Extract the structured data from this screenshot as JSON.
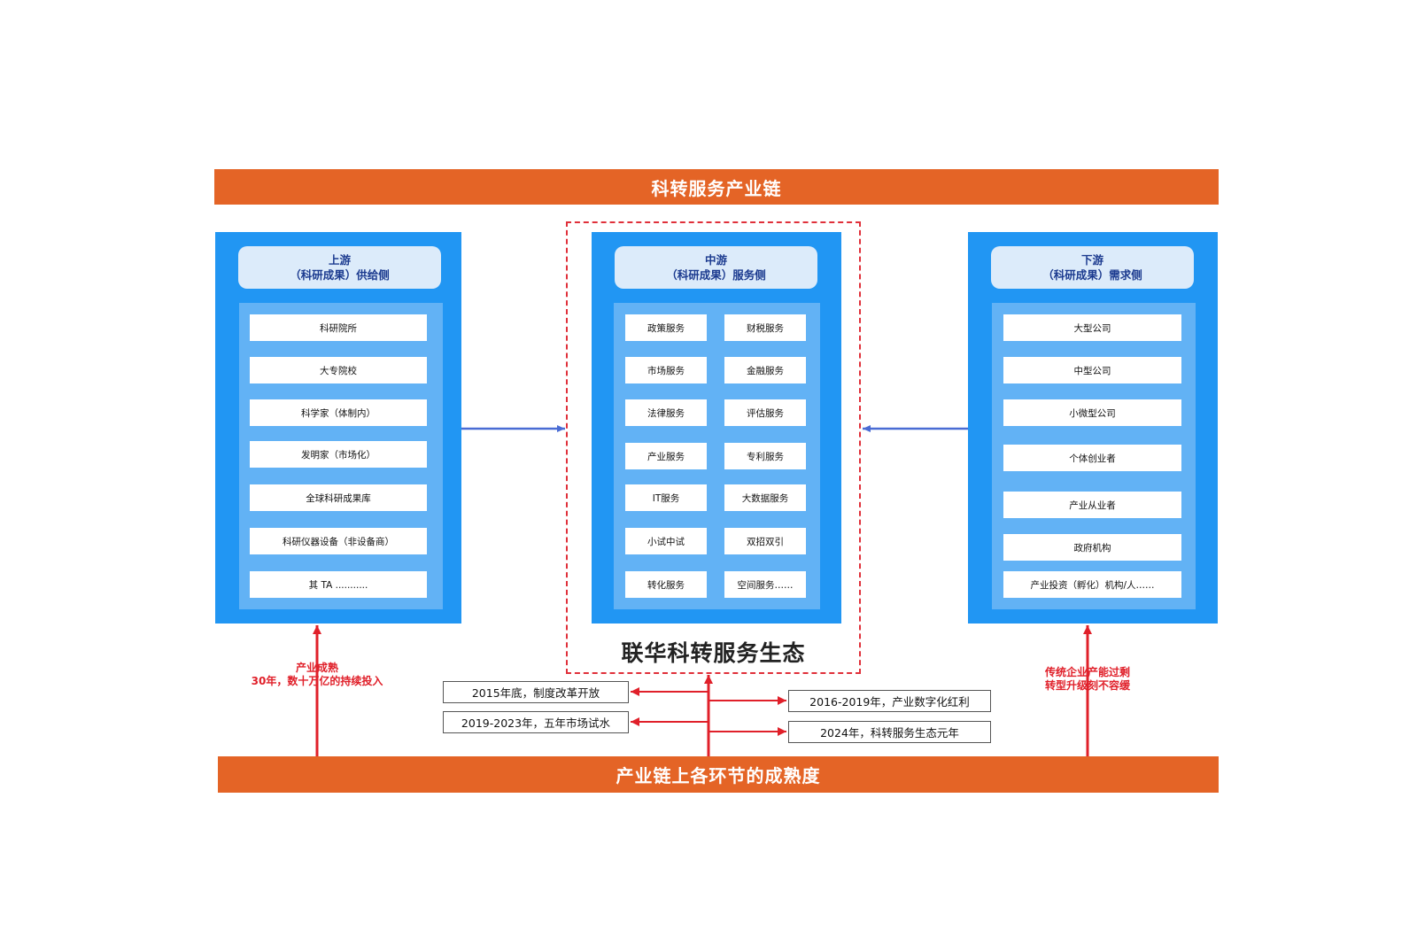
{
  "top_banner": "科转服务产业链",
  "bottom_banner": "产业链上各环节的成熟度",
  "upstream": {
    "title": "上游",
    "subtitle": "（科研成果）供给侧",
    "items": [
      "科研院所",
      "大专院校",
      "科学家（体制内）",
      "发明家（市场化）",
      "全球科研成果库",
      "科研仪器设备（非设备商）",
      "其 TA ..........."
    ]
  },
  "midstream": {
    "title": "中游",
    "subtitle": "（科研成果）服务侧",
    "left_items": [
      "政策服务",
      "市场服务",
      "法律服务",
      "产业服务",
      "IT服务",
      "小试中试",
      "转化服务"
    ],
    "right_items": [
      "财税服务",
      "金融服务",
      "评估服务",
      "专利服务",
      "大数据服务",
      "双招双引",
      "空间服务……"
    ]
  },
  "downstream": {
    "title": "下游",
    "subtitle": "（科研成果）需求侧",
    "items": [
      "大型公司",
      "中型公司",
      "小微型公司",
      "个体创业者",
      "产业从业者",
      "政府机构",
      "产业投资（孵化）机构/人……"
    ]
  },
  "ecosystem_title": "联华科转服务生态",
  "left_note": [
    "产业成熟",
    "30年，数十万亿的持续投入"
  ],
  "right_note": [
    "传统企业产能过剩",
    "转型升级刻不容缓"
  ],
  "milestones": {
    "left": [
      "2015年底，制度改革开放",
      "2019-2023年，五年市场试水"
    ],
    "right": [
      "2016-2019年，产业数字化红利",
      "2024年，科转服务生态元年"
    ]
  },
  "colors": {
    "banner": "#e46426",
    "panel": "#2196f3",
    "panel_inner": "#62b2f5",
    "header_bg": "#dcebfa",
    "header_text": "#1b3a8f",
    "red": "#e0202a",
    "blue_arrow": "#4a6cd4"
  }
}
